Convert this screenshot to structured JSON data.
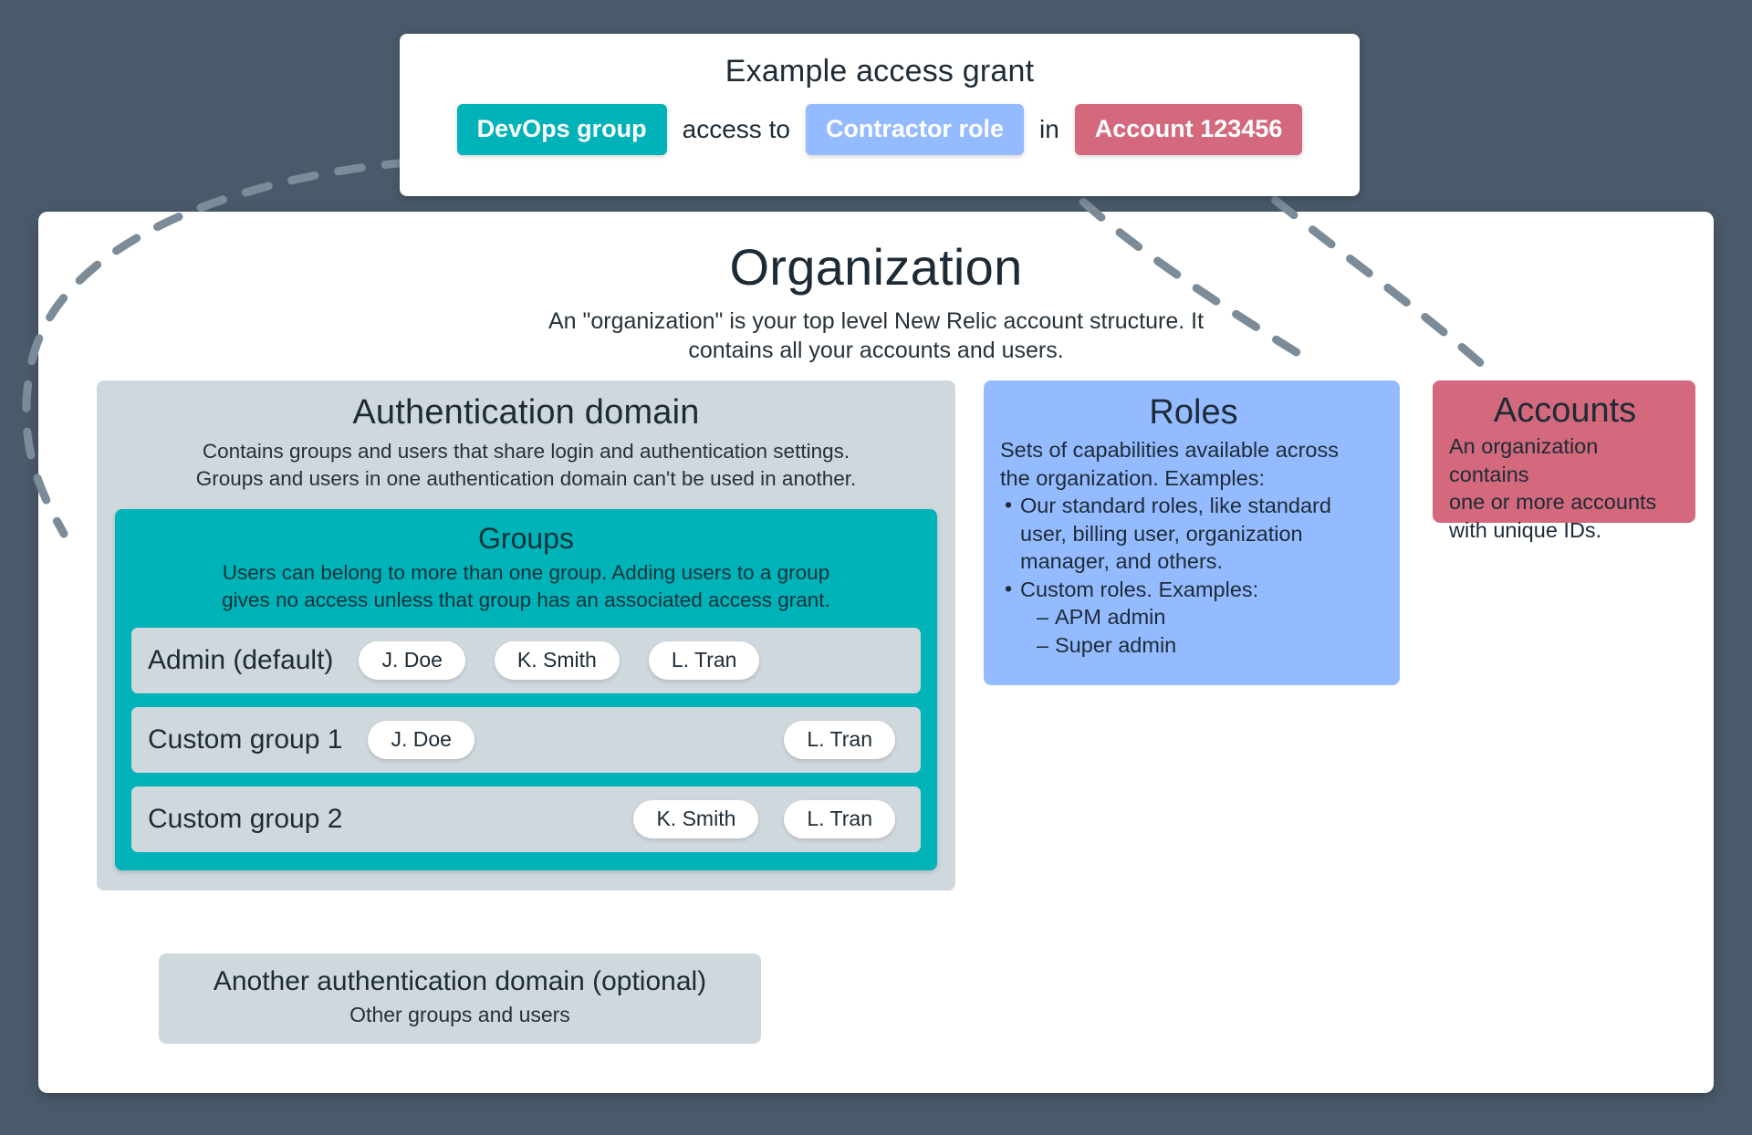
{
  "theme": {
    "background": "#4a5a6a",
    "card_background": "#ffffff",
    "teal": "#00b3b9",
    "blue": "#94baff",
    "red": "#d4687c",
    "panel_gray": "#cfd8dd",
    "text_dark": "#1d2b36",
    "dashed_line": "#7b8c98"
  },
  "grant_card": {
    "title": "Example access grant",
    "group_chip": "DevOps group",
    "connector_1": "access to",
    "role_chip": "Contractor role",
    "connector_2": "in",
    "account_chip": "Account 123456"
  },
  "organization": {
    "title": "Organization",
    "description": "An \"organization\" is your top level New Relic account structure. It contains all your accounts and users."
  },
  "auth_domain": {
    "title": "Authentication domain",
    "description_line_1": "Contains groups and users that share login and authentication settings.",
    "description_line_2": "Groups and users in one authentication domain can't be used in another.",
    "groups": {
      "title": "Groups",
      "description_line_1": "Users can belong to more than one group. Adding users to a group",
      "description_line_2": "gives no access unless that group has an associated access grant.",
      "rows": [
        {
          "name": "Admin (default)",
          "members": [
            "J. Doe",
            "K. Smith",
            "L. Tran"
          ]
        },
        {
          "name": "Custom group 1",
          "members": [
            "J. Doe",
            "L. Tran"
          ]
        },
        {
          "name": "Custom group 2",
          "members": [
            "K. Smith",
            "L. Tran"
          ]
        }
      ]
    }
  },
  "another_domain": {
    "title": "Another authentication domain (optional)",
    "subtitle": "Other groups and users"
  },
  "roles": {
    "title": "Roles",
    "intro_line_1": "Sets of capabilities available across",
    "intro_line_2": "the organization. Examples:",
    "bullet_1_line_1": "Our standard roles, like standard",
    "bullet_1_line_2": "user, billing user, organization",
    "bullet_1_line_3": "manager, and others.",
    "bullet_2": "Custom roles. Examples:",
    "sub_bullet_1": "APM admin",
    "sub_bullet_2": "Super admin"
  },
  "accounts": {
    "title": "Accounts",
    "description_line_1": "An organization contains",
    "description_line_2": "one or more accounts",
    "description_line_3": "with unique IDs."
  }
}
